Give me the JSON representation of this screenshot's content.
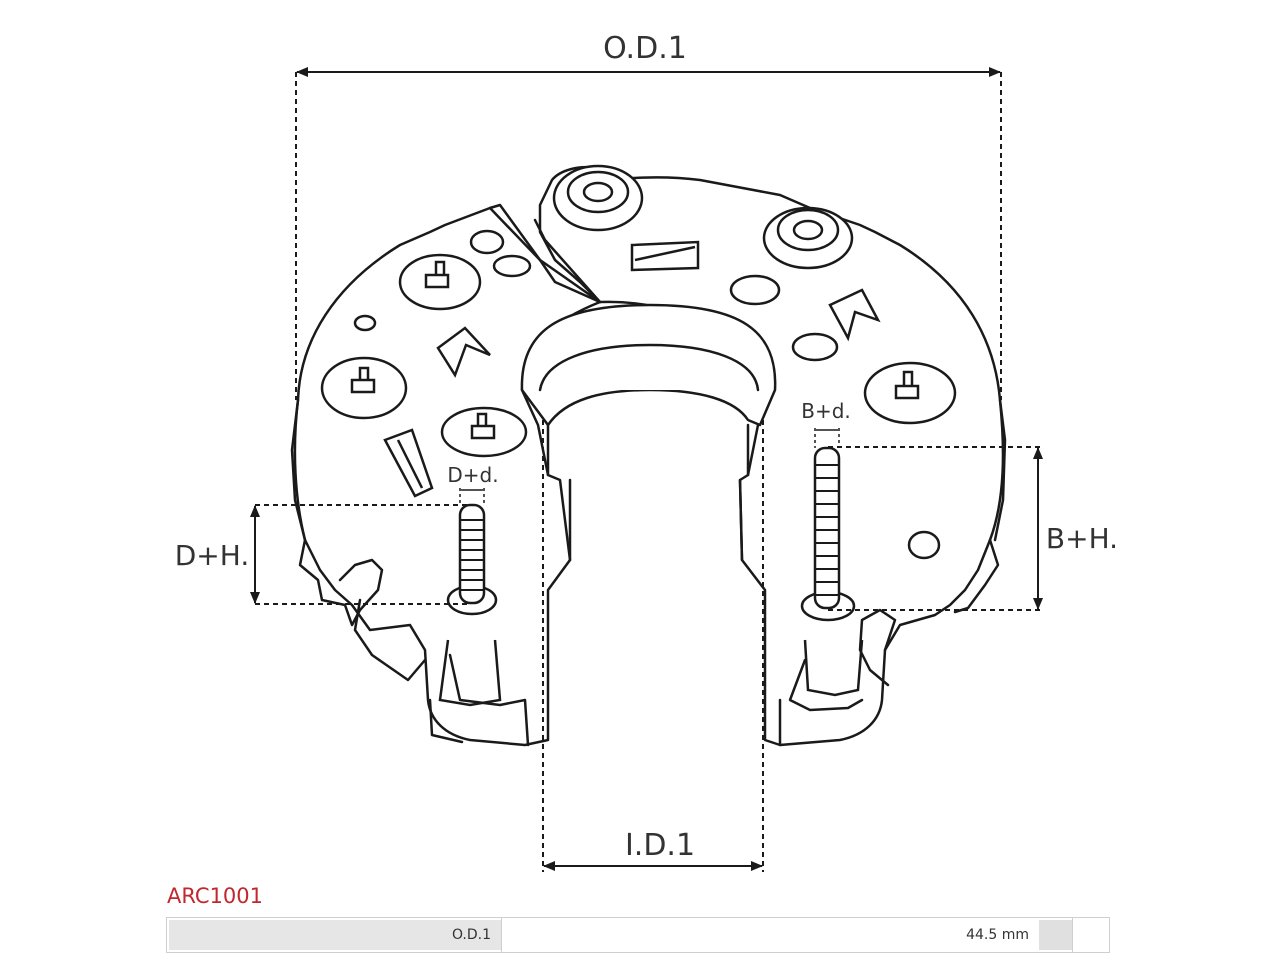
{
  "labels": {
    "od1": "O.D.1",
    "id1": "I.D.1",
    "dh": "D+H.",
    "dd": "D+d.",
    "bh": "B+H.",
    "bd": "B+d."
  },
  "part_code": "ARC1001",
  "spec_row": {
    "label": "O.D.1",
    "value": "44.5 mm"
  },
  "colors": {
    "line": "#1a1a1a",
    "part_code": "#c0282d"
  }
}
